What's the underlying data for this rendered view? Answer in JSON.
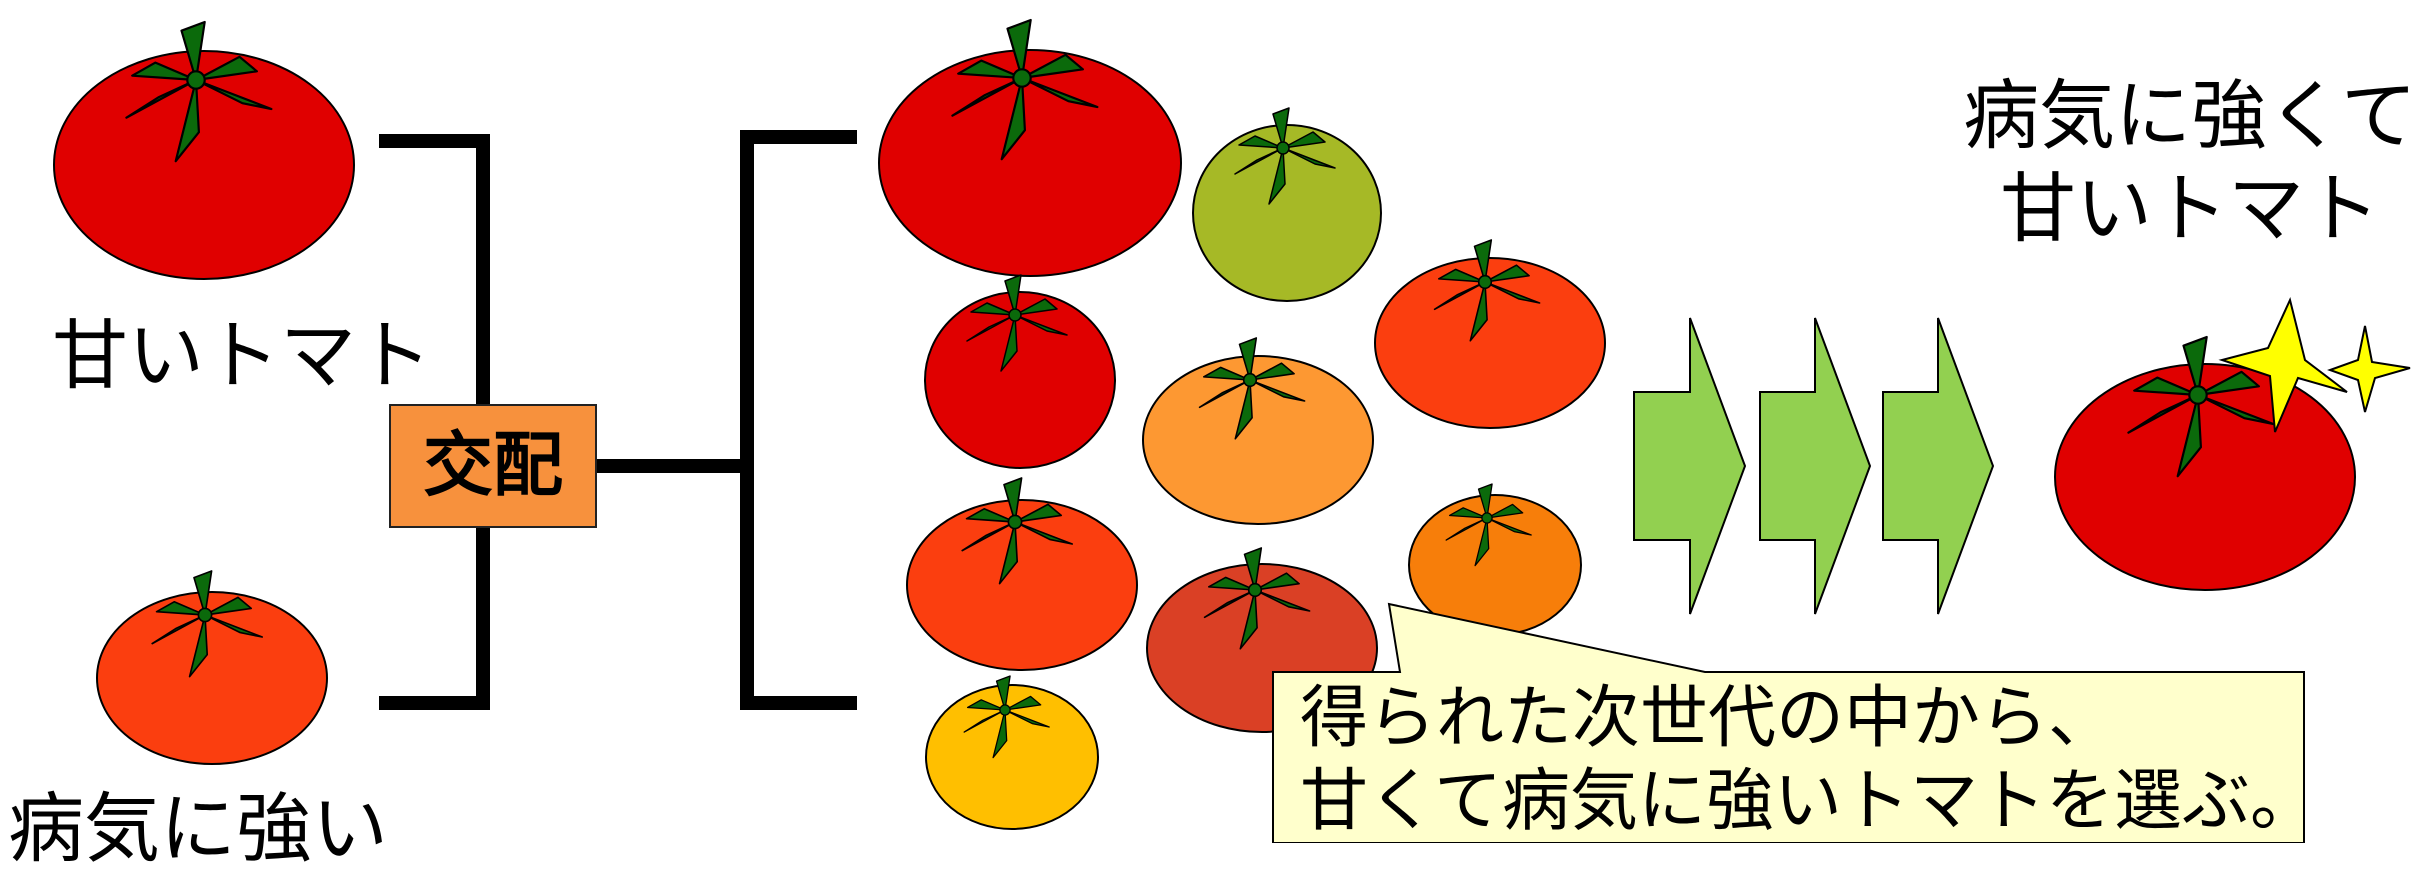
{
  "labels": {
    "sweet_tomato": "甘いトマト",
    "disease_resistant": "病気に強い",
    "cross": "交配",
    "target_line1": "病気に強くて",
    "target_line2": "甘いトマト",
    "callout_line1": "得られた次世代の中から、",
    "callout_line2": "甘くて病気に強いトマトを選ぶ。"
  },
  "colors": {
    "tomato_red": "#e00000",
    "tomato_orange_red": "#fb3e0f",
    "tomato_orange": "#fd9832",
    "tomato_green": "#a6b926",
    "tomato_yellow": "#ffbf00",
    "tomato_deep_orange": "#f77e0a",
    "tomato_brick": "#da4025",
    "calyx_green": "#0b6a0b",
    "arrow_green": "#92d050",
    "cross_box": "#f7913d",
    "callout_fill": "#ffffcc",
    "sparkle": "#ffff00"
  }
}
